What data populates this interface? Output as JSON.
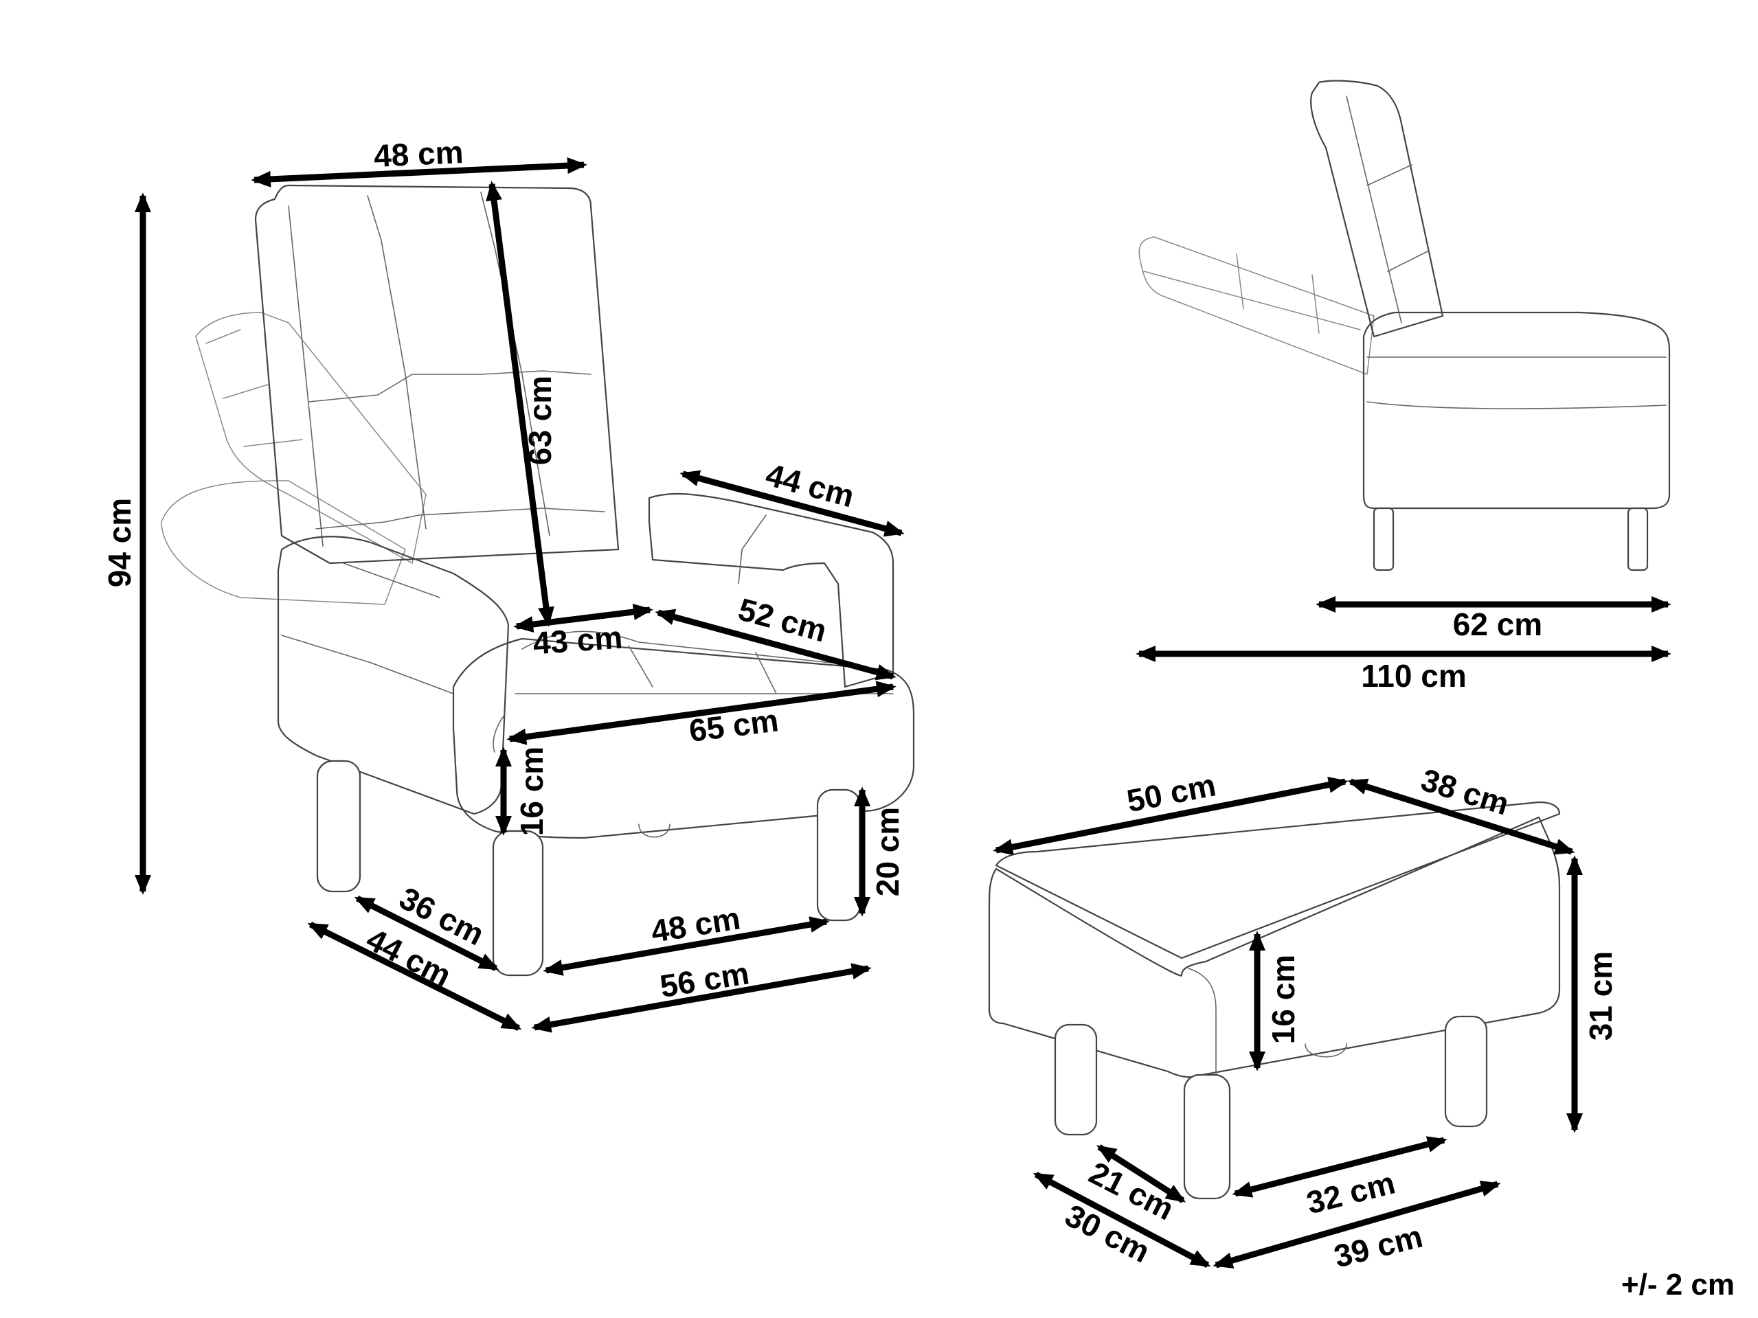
{
  "chair": {
    "backrest_width": "48 cm",
    "backrest_height": "63 cm",
    "total_height": "94 cm",
    "armrest_length": "44 cm",
    "seat_width": "43 cm",
    "seat_depth": "52 cm",
    "total_width": "65 cm",
    "armrest_height": "16 cm",
    "leg_height": "20 cm",
    "leg_span_depth": "36 cm",
    "base_depth": "44 cm",
    "leg_span_width": "48 cm",
    "base_width": "56 cm"
  },
  "side_view": {
    "seat_depth_upright": "62 cm",
    "depth_reclined": "110 cm"
  },
  "ottoman": {
    "width": "50 cm",
    "depth": "38 cm",
    "height": "31 cm",
    "cushion_height": "16 cm",
    "leg_span_depth": "21 cm",
    "base_depth": "30 cm",
    "leg_span_width": "32 cm",
    "base_width": "39 cm"
  },
  "tolerance": "+/- 2 cm"
}
